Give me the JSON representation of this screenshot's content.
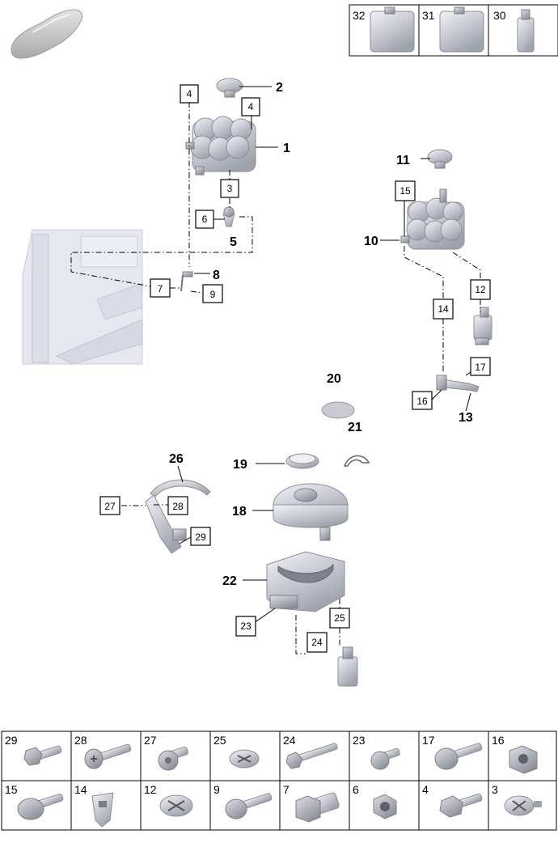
{
  "top_table": [
    {
      "number": "32",
      "icon": "coolant-canister-icon"
    },
    {
      "number": "31",
      "icon": "coolant-canister-icon"
    },
    {
      "number": "30",
      "icon": "fluid-bottle-icon"
    }
  ],
  "callouts": {
    "c1": "1",
    "c2": "2",
    "c5": "5",
    "c8": "8",
    "c10": "10",
    "c11": "11",
    "c13": "13",
    "c18": "18",
    "c19": "19",
    "c20": "20",
    "c21": "21",
    "c22": "22",
    "c26": "26"
  },
  "boxed_refs": {
    "b4a": "4",
    "b4b": "4",
    "b3": "3",
    "b6": "6",
    "b7": "7",
    "b9": "9",
    "b15": "15",
    "b12": "12",
    "b14": "14",
    "b17": "17",
    "b16": "16",
    "b27": "27",
    "b28": "28",
    "b29": "29",
    "b23": "23",
    "b25": "25",
    "b24": "24"
  },
  "bottom_table": {
    "row1": [
      {
        "number": "29",
        "icon": "hex-flange-bolt-icon"
      },
      {
        "number": "28",
        "icon": "torx-bolt-icon"
      },
      {
        "number": "27",
        "icon": "torx-socket-bolt-icon"
      },
      {
        "number": "25",
        "icon": "plastic-rivet-icon"
      },
      {
        "number": "24",
        "icon": "hex-bolt-long-icon"
      },
      {
        "number": "23",
        "icon": "torx-bolt-short-icon"
      },
      {
        "number": "17",
        "icon": "torx-flange-bolt-icon"
      },
      {
        "number": "16",
        "icon": "hex-nut-sleeve-icon"
      }
    ],
    "row2": [
      {
        "number": "15",
        "icon": "torx-washer-bolt-icon"
      },
      {
        "number": "14",
        "icon": "clip-nut-icon"
      },
      {
        "number": "12",
        "icon": "expanding-rivet-icon"
      },
      {
        "number": "9",
        "icon": "torx-pan-bolt-icon"
      },
      {
        "number": "7",
        "icon": "hex-socket-sleeve-icon"
      },
      {
        "number": "6",
        "icon": "hex-nut-icon"
      },
      {
        "number": "4",
        "icon": "hex-flange-bolt-icon"
      },
      {
        "number": "3",
        "icon": "plastic-rivet-icon"
      }
    ]
  }
}
